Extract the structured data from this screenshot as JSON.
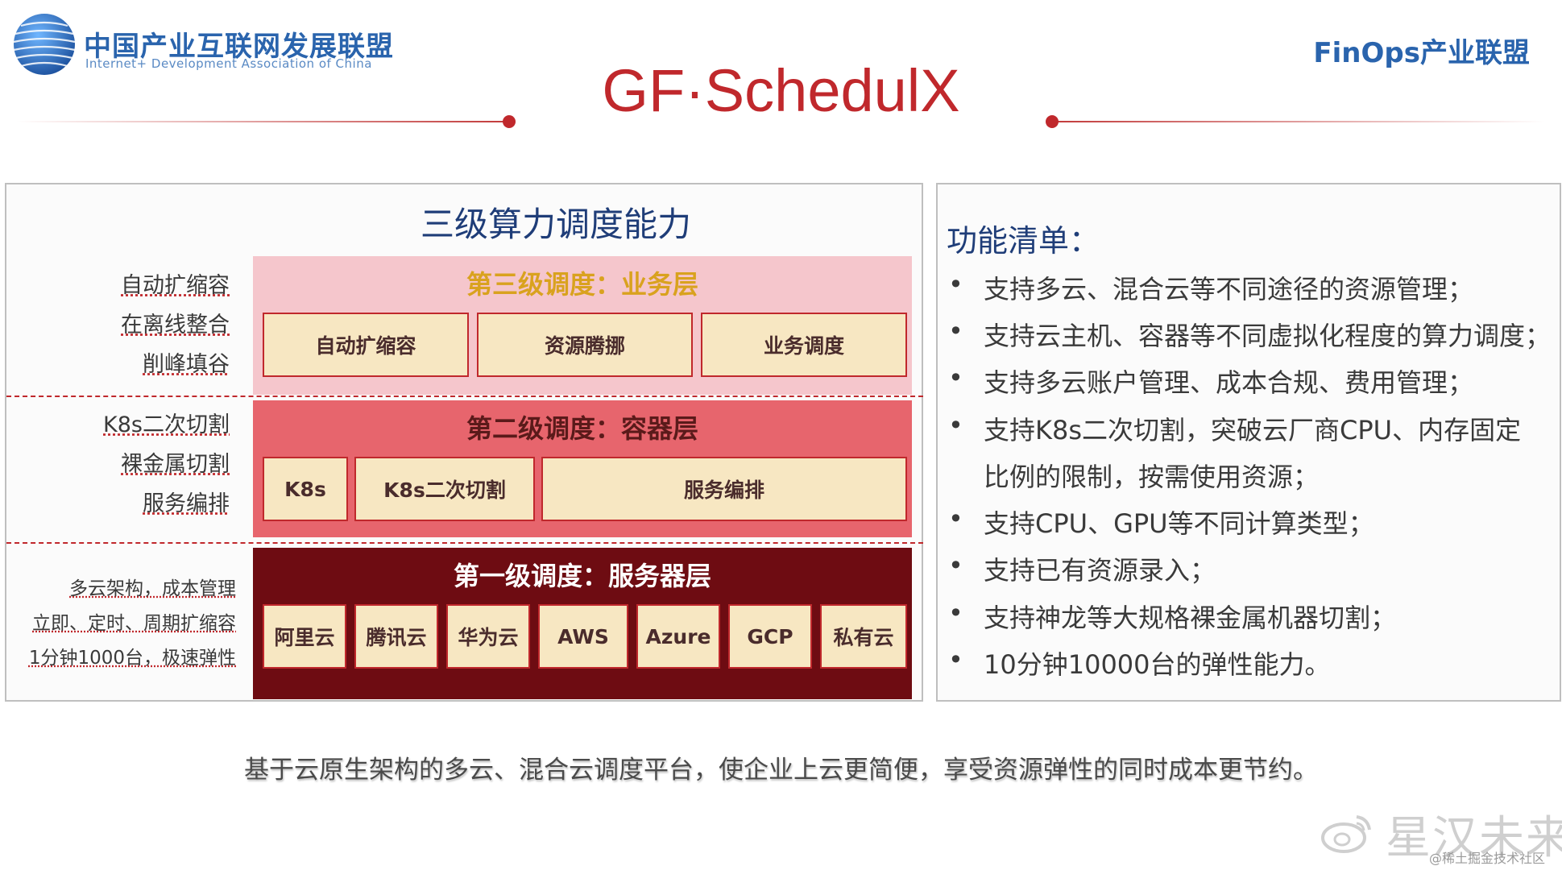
{
  "header": {
    "org_cn": "中国产业互联网发展联盟",
    "org_en": "Internet+ Development Association of China",
    "right_logo": "FinOps产业联盟",
    "title": "GF·SchedulX"
  },
  "left_panel": {
    "title": "三级算力调度能力",
    "tier3": {
      "title": "第三级调度：业务层",
      "features": [
        "自动扩缩容",
        "在离线整合",
        "削峰填谷"
      ],
      "boxes": [
        "自动扩缩容",
        "资源腾挪",
        "业务调度"
      ]
    },
    "tier2": {
      "title": "第二级调度：容器层",
      "features": [
        "K8s二次切割",
        "裸金属切割",
        "服务编排"
      ],
      "boxes": [
        "K8s",
        "K8s二次切割",
        "服务编排"
      ]
    },
    "tier1": {
      "title": "第一级调度：服务器层",
      "features": [
        "多云架构，成本管理",
        "立即、定时、周期扩缩容",
        "1分钟1000台，极速弹性"
      ],
      "boxes": [
        "阿里云",
        "腾讯云",
        "华为云",
        "AWS",
        "Azure",
        "GCP",
        "私有云"
      ]
    }
  },
  "right_panel": {
    "title": "功能清单：",
    "bullet": "•",
    "items": [
      "支持多云、混合云等不同途径的资源管理；",
      "支持云主机、容器等不同虚拟化程度的算力调度；",
      "支持多云账户管理、成本合规、费用管理；",
      "支持K8s二次切割，突破云厂商CPU、内存固定",
      "比例的限制，按需使用资源；",
      "支持CPU、GPU等不同计算类型；",
      "支持已有资源录入；",
      "支持神龙等大规格裸金属机器切割；",
      "10分钟10000台的弹性能力。"
    ]
  },
  "footer": {
    "tagline": "基于云原生架构的多云、混合云调度平台，使企业上云更简便，享受资源弹性的同时成本更节约。",
    "watermark": "星汉未来",
    "watermark_sub": "@稀土掘金技术社区"
  },
  "colors": {
    "brand_blue": "#2a64ad",
    "title_red": "#c0282c",
    "tier3_bg": "#f5c6cc",
    "tier2_bg": "#e7656d",
    "tier1_bg": "#6e0c12",
    "box_bg": "#f7e7c2"
  },
  "icons": [
    "globe-logo-icon",
    "weibo-icon"
  ]
}
